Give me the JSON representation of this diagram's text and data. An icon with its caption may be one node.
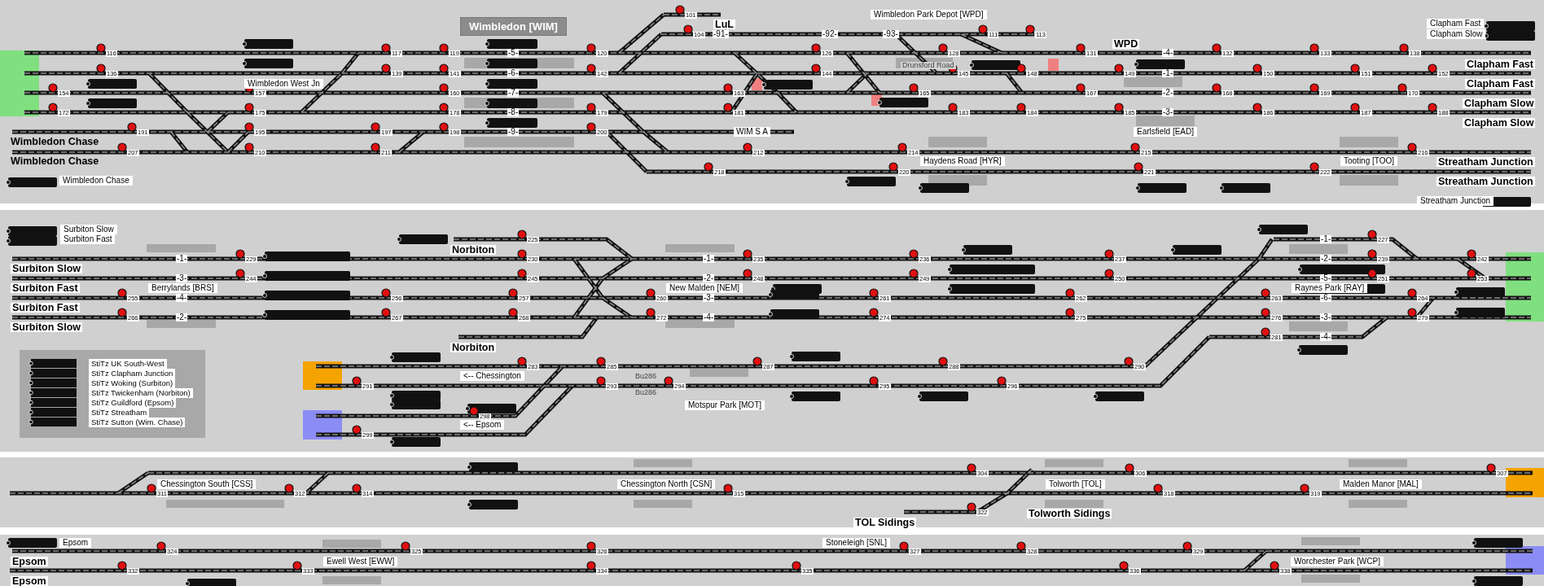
{
  "diagram": {
    "nodes": [
      {
        "text": [
          "Wimbledon [WIM]"
        ]
      },
      {
        "text": [
          "Wimbledon West Jn"
        ]
      },
      {
        "text": [
          "Wimbledon Chase"
        ]
      },
      {
        "text": [
          "Wimbledon Chase"
        ]
      },
      {
        "text": [
          "Wimbledon Chase"
        ]
      },
      {
        "text": [
          "LuL"
        ]
      },
      {
        "text": [
          "Wimbledon Park Depot [WPD]"
        ]
      },
      {
        "text": [
          "WPD"
        ]
      },
      {
        "text": [
          "Clapham Fast"
        ]
      },
      {
        "text": [
          "Clapham Slow"
        ]
      },
      {
        "text": [
          "Clapham Fast"
        ]
      },
      {
        "text": [
          "Clapham Fast"
        ]
      },
      {
        "text": [
          "Clapham Slow"
        ]
      },
      {
        "text": [
          "Clapham Slow"
        ]
      },
      {
        "text": [
          "Earlsfield [EAD]"
        ]
      },
      {
        "text": [
          "Haydens Road [HYR]"
        ]
      },
      {
        "text": [
          "Tooting [TOO]"
        ]
      },
      {
        "text": [
          "Streatham Junction"
        ]
      },
      {
        "text": [
          "Streatham Junction"
        ]
      },
      {
        "text": [
          "Streatham Junction"
        ]
      },
      {
        "text": [
          "Surbiton Slow"
        ]
      },
      {
        "text": [
          "Surbiton Fast"
        ]
      },
      {
        "text": [
          "Surbiton Slow"
        ]
      },
      {
        "text": [
          "Surbiton Fast"
        ]
      },
      {
        "text": [
          "Surbiton Fast"
        ]
      },
      {
        "text": [
          "Surbiton Slow"
        ]
      },
      {
        "text": [
          "Berrylands [BRS]"
        ]
      },
      {
        "text": [
          "Norbiton"
        ]
      },
      {
        "text": [
          "New Malden [NEM]"
        ]
      },
      {
        "text": [
          "Raynes Park [RAY]"
        ]
      },
      {
        "text": [
          "Norbiton"
        ]
      },
      {
        "text": [
          "<-- Chessington"
        ]
      },
      {
        "text": [
          "Motspur Park [MOT]"
        ]
      },
      {
        "text": [
          "<-- Epsom"
        ]
      },
      {
        "text": [
          "Chessington South [CSS]"
        ]
      },
      {
        "text": [
          "Tolworth [TOL]"
        ]
      },
      {
        "text": [
          "Chessington North [CSN]"
        ]
      },
      {
        "text": [
          "Malden Manor [MAL]"
        ]
      },
      {
        "text": [
          "Tolworth Sidings"
        ]
      },
      {
        "text": [
          "TOL Sidings"
        ]
      },
      {
        "text": [
          "Epsom"
        ]
      },
      {
        "text": [
          "Stoneleigh [SNL]"
        ]
      },
      {
        "text": [
          "Epsom"
        ]
      },
      {
        "text": [
          "Ewell West [EWW]"
        ]
      },
      {
        "text": [
          "Worchester Park [WCP]"
        ]
      },
      {
        "text": [
          "Epsom"
        ]
      }
    ],
    "labels": [
      "101",
      "104",
      "-91-",
      "-92-",
      "-93-",
      "111",
      "113",
      "-5-",
      "-6-",
      "-7-",
      "-8-",
      "-9-",
      "116",
      "136",
      "154",
      "172",
      "191",
      "207",
      "117",
      "139",
      "157",
      "175",
      "195",
      "210",
      "197",
      "211",
      "119",
      "141",
      "160",
      "178",
      "198",
      "120",
      "142",
      "179",
      "200",
      "163",
      "181",
      "212",
      "218",
      "WIM S A",
      "126",
      "144",
      "Drunsford Road",
      "128",
      "-4-",
      "-1-",
      "-2-",
      "-3-",
      "131",
      "132",
      "133",
      "138",
      "145",
      "148",
      "149",
      "150",
      "151",
      "152",
      "165",
      "167",
      "168",
      "169",
      "170",
      "183",
      "184",
      "185",
      "186",
      "187",
      "188",
      "214",
      "215",
      "216",
      "220",
      "221",
      "222",
      "225",
      "229",
      "230",
      "244",
      "245",
      "255",
      "256",
      "257",
      "260",
      "266",
      "267",
      "268",
      "272",
      "235",
      "248",
      "-1-",
      "-3-",
      "-4-",
      "-2-",
      "-1-",
      "-2-",
      "-3-",
      "-4-",
      "236",
      "237",
      "249",
      "250",
      "261",
      "262",
      "274",
      "275",
      "227",
      "239",
      "251",
      "242",
      "253",
      "263",
      "264",
      "276",
      "279",
      "281",
      "-1-",
      "-2-",
      "-5-",
      "-6-",
      "-3-",
      "-4-",
      "283",
      "285",
      "287",
      "291",
      "293",
      "294",
      "298",
      "299",
      "Bu286",
      "Bu286",
      "288",
      "290",
      "295",
      "296",
      "311",
      "312",
      "314",
      "315",
      "304",
      "306",
      "307",
      "318",
      "319",
      "322",
      "324",
      "325",
      "326",
      "332",
      "333",
      "334",
      "327",
      "328",
      "329",
      "335",
      "336",
      "338"
    ],
    "legend": [
      {
        "text": "StiTz UK South-West"
      },
      {
        "text": "StiTz Clapham Junction"
      },
      {
        "text": "StiTz Woking (Surbiton)"
      },
      {
        "text": "StiTz Twickenham (Norbiton)"
      },
      {
        "text": "StiTz Guildford (Epsom)"
      },
      {
        "text": "StiTz Streatham"
      },
      {
        "text": "StiTz Sutton (Wim. Chase)"
      }
    ]
  }
}
